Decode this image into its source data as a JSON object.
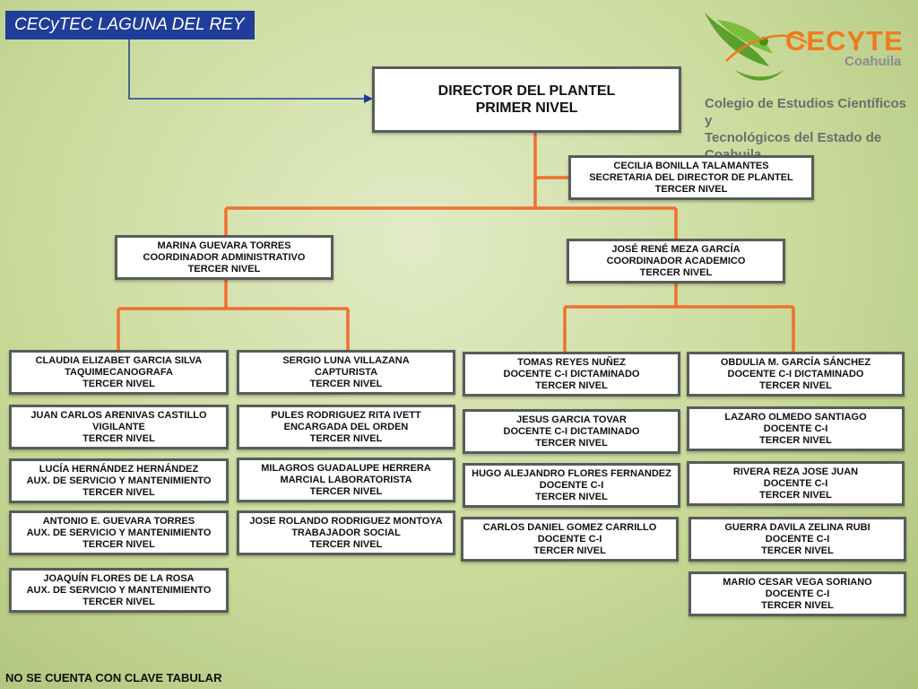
{
  "header": {
    "title": "CECyTEC LAGUNA DEL REY"
  },
  "logo": {
    "name": "CECYTE",
    "region": "Coahuila",
    "line1": "Colegio de Estudios Científicos y",
    "line2": "Tecnológicos del Estado de Coahuila"
  },
  "director": {
    "l1": "DIRECTOR DEL PLANTEL",
    "l2": "PRIMER NIVEL"
  },
  "secretary": {
    "l1": "CECILIA BONILLA TALAMANTES",
    "l2": "SECRETARIA DEL DIRECTOR DE PLANTEL",
    "l3": "TERCER NIVEL"
  },
  "admin": {
    "l1": "MARINA GUEVARA TORRES",
    "l2": "COORDINADOR ADMINISTRATIVO",
    "l3": "TERCER NIVEL"
  },
  "academic": {
    "l1": "JOSÉ RENÉ MEZA GARCÍA",
    "l2": "COORDINADOR ACADEMICO",
    "l3": "TERCER NIVEL"
  },
  "col1": [
    {
      "l1": "CLAUDIA ELIZABET GARCIA SILVA",
      "l2": "TAQUIMECANOGRAFA",
      "l3": "TERCER NIVEL"
    },
    {
      "l1": "JUAN CARLOS ARENIVAS CASTILLO",
      "l2": "VIGILANTE",
      "l3": "TERCER NIVEL"
    },
    {
      "l1": "LUCÍA HERNÁNDEZ HERNÁNDEZ",
      "l2": "AUX. DE SERVICIO Y MANTENIMIENTO",
      "l3": "TERCER NIVEL"
    },
    {
      "l1": "ANTONIO E. GUEVARA TORRES",
      "l2": "AUX. DE SERVICIO Y MANTENIMIENTO",
      "l3": "TERCER NIVEL"
    },
    {
      "l1": "JOAQUÍN FLORES DE LA ROSA",
      "l2": "AUX.  DE SERVICIO Y MANTENIMIENTO",
      "l3": "TERCER NIVEL"
    }
  ],
  "col2": [
    {
      "l1": "SERGIO LUNA VILLAZANA",
      "l2": "CAPTURISTA",
      "l3": "TERCER NIVEL"
    },
    {
      "l1": "PULES RODRIGUEZ RITA IVETT",
      "l2": "ENCARGADA DEL ORDEN",
      "l3": "TERCER NIVEL"
    },
    {
      "l1": "MILAGROS GUADALUPE HERRERA",
      "l2": "MARCIAL LABORATORISTA",
      "l3": "TERCER NIVEL"
    },
    {
      "l1": "JOSE ROLANDO RODRIGUEZ MONTOYA",
      "l2": "TRABAJADOR SOCIAL",
      "l3": "TERCER NIVEL"
    }
  ],
  "col3": [
    {
      "l1": "TOMAS REYES NUÑEZ",
      "l2": "DOCENTE C-I DICTAMINADO",
      "l3": "TERCER NIVEL"
    },
    {
      "l1": "JESUS GARCIA TOVAR",
      "l2": "DOCENTE C-I DICTAMINADO",
      "l3": "TERCER NIVEL"
    },
    {
      "l1": "HUGO ALEJANDRO FLORES FERNANDEZ",
      "l2": "DOCENTE C-I",
      "l3": "TERCER NIVEL"
    },
    {
      "l1": "CARLOS DANIEL GOMEZ CARRILLO",
      "l2": "DOCENTE C-I",
      "l3": "TERCER NIVEL"
    }
  ],
  "col4": [
    {
      "l1": "OBDULIA M. GARCÍA SÁNCHEZ",
      "l2": "DOCENTE C-I DICTAMINADO",
      "l3": "TERCER NIVEL"
    },
    {
      "l1": "LAZARO OLMEDO SANTIAGO",
      "l2": "DOCENTE C-I",
      "l3": "TERCER NIVEL"
    },
    {
      "l1": "RIVERA REZA JOSE JUAN",
      "l2": "DOCENTE C-I",
      "l3": "TERCER NIVEL"
    },
    {
      "l1": "GUERRA DAVILA ZELINA RUBI",
      "l2": "DOCENTE C-I",
      "l3": "TERCER NIVEL"
    },
    {
      "l1": "MARIO CESAR VEGA SORIANO",
      "l2": "DOCENTE C-I",
      "l3": "TERCER NIVEL"
    }
  ],
  "footer": {
    "note": "NO SE CUENTA CON CLAVE TABULAR"
  },
  "colors": {
    "connector": "#f07030",
    "title_bg": "#1f3d99",
    "arrow": "#1f3d99",
    "logo_orange": "#f07a1c",
    "logo_green": "#5aa02c"
  }
}
